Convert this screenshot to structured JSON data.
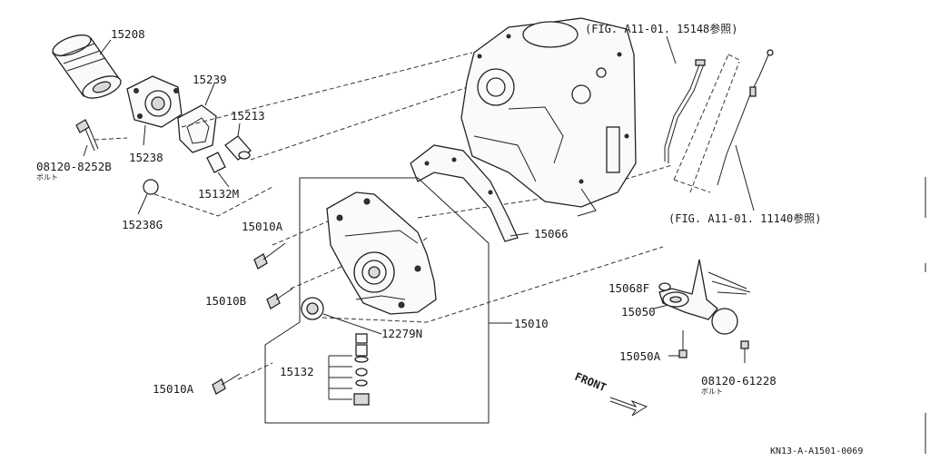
{
  "labels": {
    "p15208": "15208",
    "p15239": "15239",
    "p15213": "15213",
    "p15238": "15238",
    "bolt1": "08120-8252B",
    "bolt1_kana": "ボルト",
    "p15132M": "15132M",
    "p15238G": "15238G",
    "p15010A_top": "15010A",
    "p15010B": "15010B",
    "p12279N": "12279N",
    "p15010": "15010",
    "p15132": "15132",
    "p15010A_bottom": "15010A",
    "p15066": "15066",
    "p15068F": "15068F",
    "p15050": "15050",
    "p15050A": "15050A",
    "bolt2": "08120-61228",
    "bolt2_kana": "ボルト",
    "ref1": "(FIG. A11-01. 15148参照)",
    "ref2": "(FIG. A11-01. 11140参照)",
    "front": "FRONT",
    "diagram_code": "KN13-A-A1501-0069"
  }
}
